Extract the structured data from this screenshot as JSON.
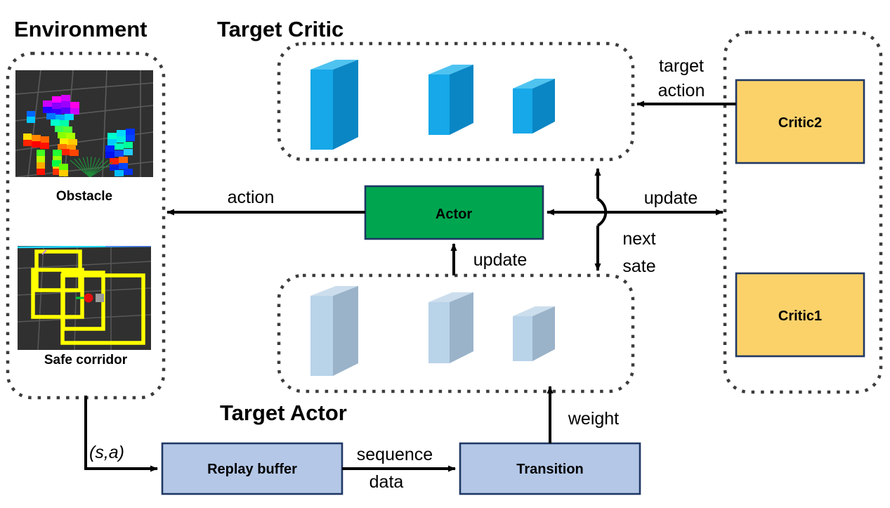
{
  "diagram": {
    "title_environment": "Environment",
    "title_target_critic": "Target Critic",
    "title_target_actor": "Target Actor",
    "panels": [
      {
        "name": "environment",
        "label": "Environment"
      },
      {
        "name": "target-critic",
        "label": "Target Critic"
      },
      {
        "name": "target-actor",
        "label": "Target Actor"
      },
      {
        "name": "critics",
        "label": ""
      }
    ],
    "thumbnails": [
      {
        "name": "obstacle",
        "caption": "Obstacle"
      },
      {
        "name": "safe-corridor",
        "caption": "Safe corridor"
      }
    ],
    "boxes": [
      {
        "name": "actor",
        "label": "Actor",
        "fill": "#00A64F",
        "stroke": "#1F3864"
      },
      {
        "name": "critic2",
        "label": "Critic2",
        "fill": "#FBD26A",
        "stroke": "#1F3864"
      },
      {
        "name": "critic1",
        "label": "Critic1",
        "fill": "#FBD26A",
        "stroke": "#1F3864"
      },
      {
        "name": "replay-buffer",
        "label": "Replay buffer",
        "fill": "#B4C7E7",
        "stroke": "#1F3864"
      },
      {
        "name": "transition",
        "label": "Transition",
        "fill": "#B4C7E7",
        "stroke": "#1F3864"
      }
    ],
    "edge_labels": {
      "action": "action",
      "target_action_line1": "target",
      "target_action_line2": "action",
      "update_right": "update",
      "update_actor": "update",
      "next_state_line1": "next",
      "next_state_line2": "sate",
      "state_action": "(s,a)",
      "sequence_line1": "sequence",
      "sequence_line2": "data",
      "weight": "weight"
    },
    "network_bars": {
      "target_critic": {
        "face": "#16A8E8",
        "top": "#4FC3F0",
        "side": "#0A86C4",
        "heights": [
          134,
          110,
          83
        ]
      },
      "target_actor": {
        "face": "#B9D3E9",
        "top": "#CCDEED",
        "side": "#9AB3C9",
        "heights": [
          134,
          110,
          83
        ]
      }
    },
    "colors": {
      "dotted_border": "#3C3C3C",
      "arrow": "#000000",
      "thumbnail_bg": "#303030",
      "corridor_yellow": "#FFFF00"
    }
  }
}
